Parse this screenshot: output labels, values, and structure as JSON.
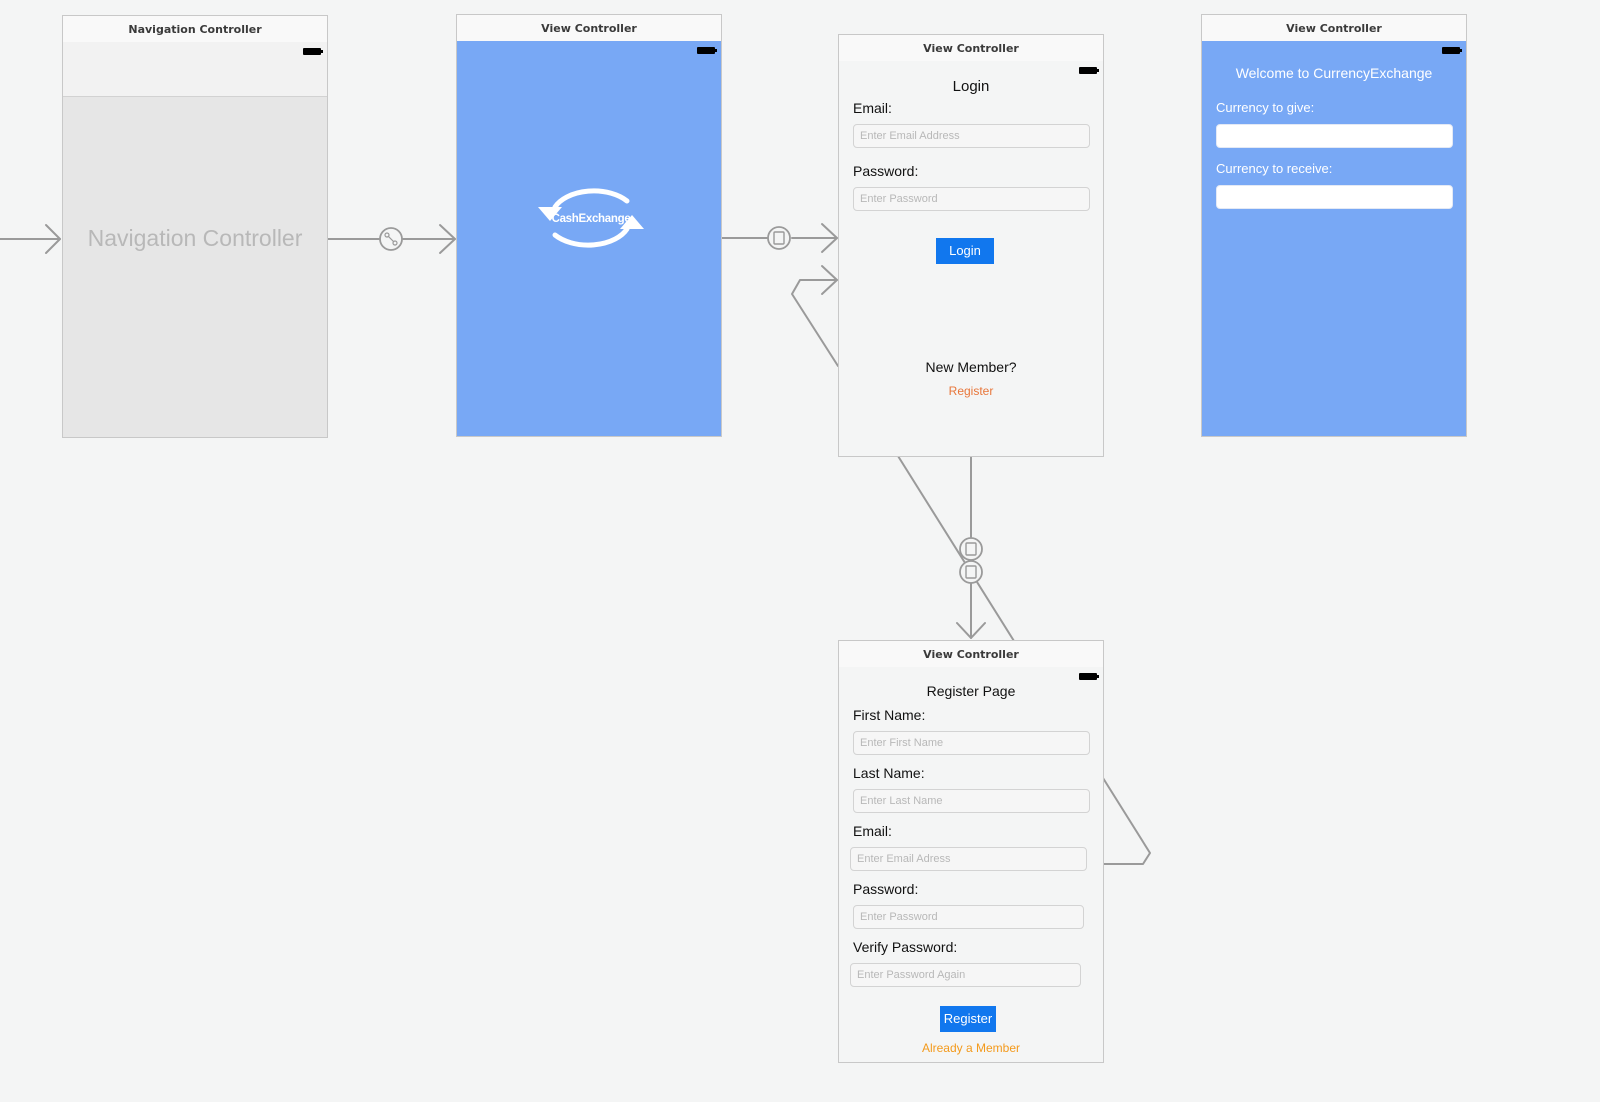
{
  "colors": {
    "canvas": "#f4f5f5",
    "scene_blue": "#78a8f5",
    "button_blue": "#1177ee",
    "link_red_orange": "#e8763a",
    "link_orange": "#f39a1c",
    "segue_line": "#9a9a9a"
  },
  "nav_scene": {
    "title": "Navigation Controller",
    "center_label": "Navigation Controller"
  },
  "splash_scene": {
    "title": "View Controller",
    "logo_text": "CashExchange",
    "logo_icon": "exchange-arrows-icon"
  },
  "login_scene": {
    "title": "View Controller",
    "heading": "Login",
    "email_label": "Email:",
    "email_placeholder": "Enter Email Address",
    "password_label": "Password:",
    "password_placeholder": "Enter Password",
    "login_button": "Login",
    "new_member_text": "New Member?",
    "register_link": "Register"
  },
  "currency_scene": {
    "title": "View Controller",
    "welcome": "Welcome to CurrencyExchange",
    "give_label": "Currency to give:",
    "receive_label": "Currency to receive:"
  },
  "register_scene": {
    "title": "View Controller",
    "heading": "Register Page",
    "first_name_label": "First Name:",
    "first_name_placeholder": "Enter First Name",
    "last_name_label": "Last Name:",
    "last_name_placeholder": "Enter Last Name",
    "email_label": "Email:",
    "email_placeholder": "Enter Email Adress",
    "password_label": "Password:",
    "password_placeholder": "Enter Password",
    "verify_label": "Verify Password:",
    "verify_placeholder": "Enter Password Again",
    "register_button": "Register",
    "already_member_link": "Already a Member"
  },
  "segue_icons": [
    "relationship-icon",
    "show-segue-icon",
    "show-segue-icon",
    "show-segue-icon"
  ]
}
